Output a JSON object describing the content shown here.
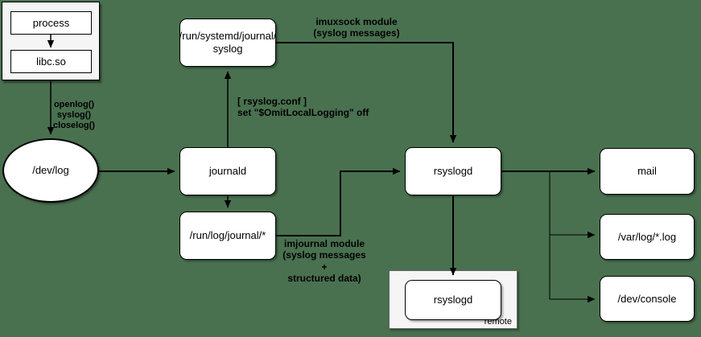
{
  "colors": {
    "background": "#49714F",
    "node_fill": "#ffffff",
    "node_border": "#000000",
    "group_fill": "#f5f5f5",
    "text": "#000000"
  },
  "nodes": {
    "process": {
      "label": "process"
    },
    "libc": {
      "label": "libc.so"
    },
    "devlog": {
      "label": "/dev/log"
    },
    "syslog_socket": {
      "label": "/run/systemd/journal/\nsyslog"
    },
    "journald": {
      "label": "journald"
    },
    "run_log_journal": {
      "label": "/run/log/journal/*"
    },
    "rsyslogd": {
      "label": "rsyslogd"
    },
    "mail": {
      "label": "mail"
    },
    "var_log": {
      "label": "/var/log/*.log"
    },
    "dev_console": {
      "label": "/dev/console"
    },
    "remote_rsyslogd": {
      "label": "rsyslogd"
    },
    "remote_group": {
      "label": "remote"
    }
  },
  "edge_labels": {
    "syscalls": "openlog()\nsyslog()\ncloselog()",
    "rsyslog_conf": "[ rsyslog.conf ]\nset \"$OmitLocalLogging\" off",
    "imuxsock": "imuxsock module\n(syslog messages)",
    "imjournal": "imjournal module\n(syslog messages\n+\nstructured data)"
  }
}
